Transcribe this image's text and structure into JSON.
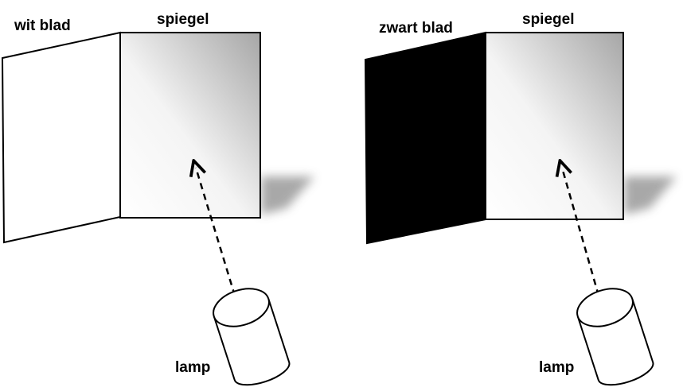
{
  "left_scene": {
    "sheet_label": "wit blad",
    "mirror_label": "spiegel",
    "lamp_label": "lamp",
    "sheet_color": "#ffffff"
  },
  "right_scene": {
    "sheet_label": "zwart blad",
    "mirror_label": "spiegel",
    "lamp_label": "lamp",
    "sheet_color": "#000000"
  },
  "colors": {
    "outline": "#000000",
    "mirror_light": "#ffffff",
    "mirror_dark": "#a6a6a6",
    "shadow": "#9a9a9a"
  }
}
